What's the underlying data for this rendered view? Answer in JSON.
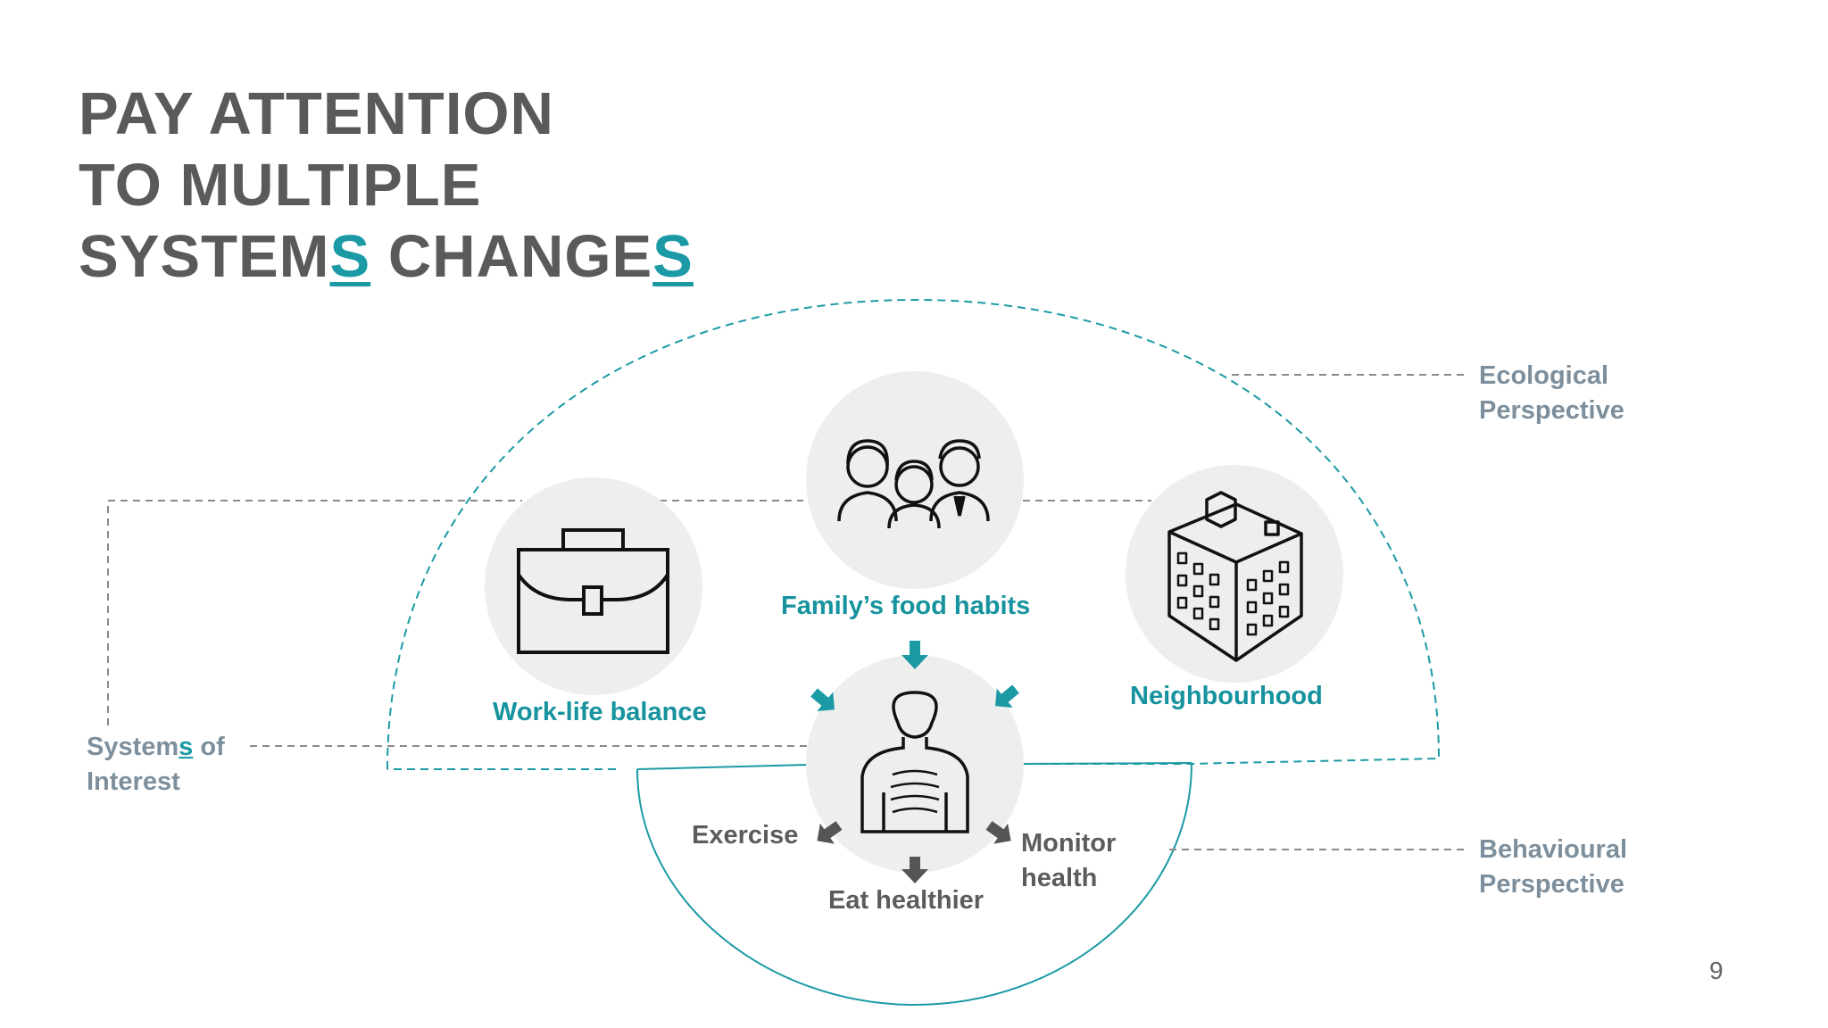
{
  "title": {
    "line1": "PAY ATTENTION",
    "line2": "TO MULTIPLE",
    "line3_a": "SYSTEM",
    "line3_b": "S",
    "line3_c": " CHANGE",
    "line3_d": "S"
  },
  "side_labels": {
    "ecological_1": "Ecological",
    "ecological_2": "Perspective",
    "systems_a": "System",
    "systems_b": "s",
    "systems_c": " of",
    "systems_2": "Interest",
    "behavioural_1": "Behavioural",
    "behavioural_2": "Perspective"
  },
  "nodes": {
    "work": "Work-life balance",
    "family": "Family’s food habits",
    "neighbourhood": "Neighbourhood",
    "exercise": "Exercise",
    "eat": "Eat healthier",
    "monitor_1": "Monitor",
    "monitor_2": "health"
  },
  "page_number": "9",
  "icons": [
    "briefcase-icon",
    "family-icon",
    "building-icon",
    "person-torso-icon"
  ],
  "colors": {
    "accent": "#1b9aa5",
    "title": "#5a5a5a",
    "circle": "#eeeeef",
    "arrow_gray": "#555555"
  }
}
